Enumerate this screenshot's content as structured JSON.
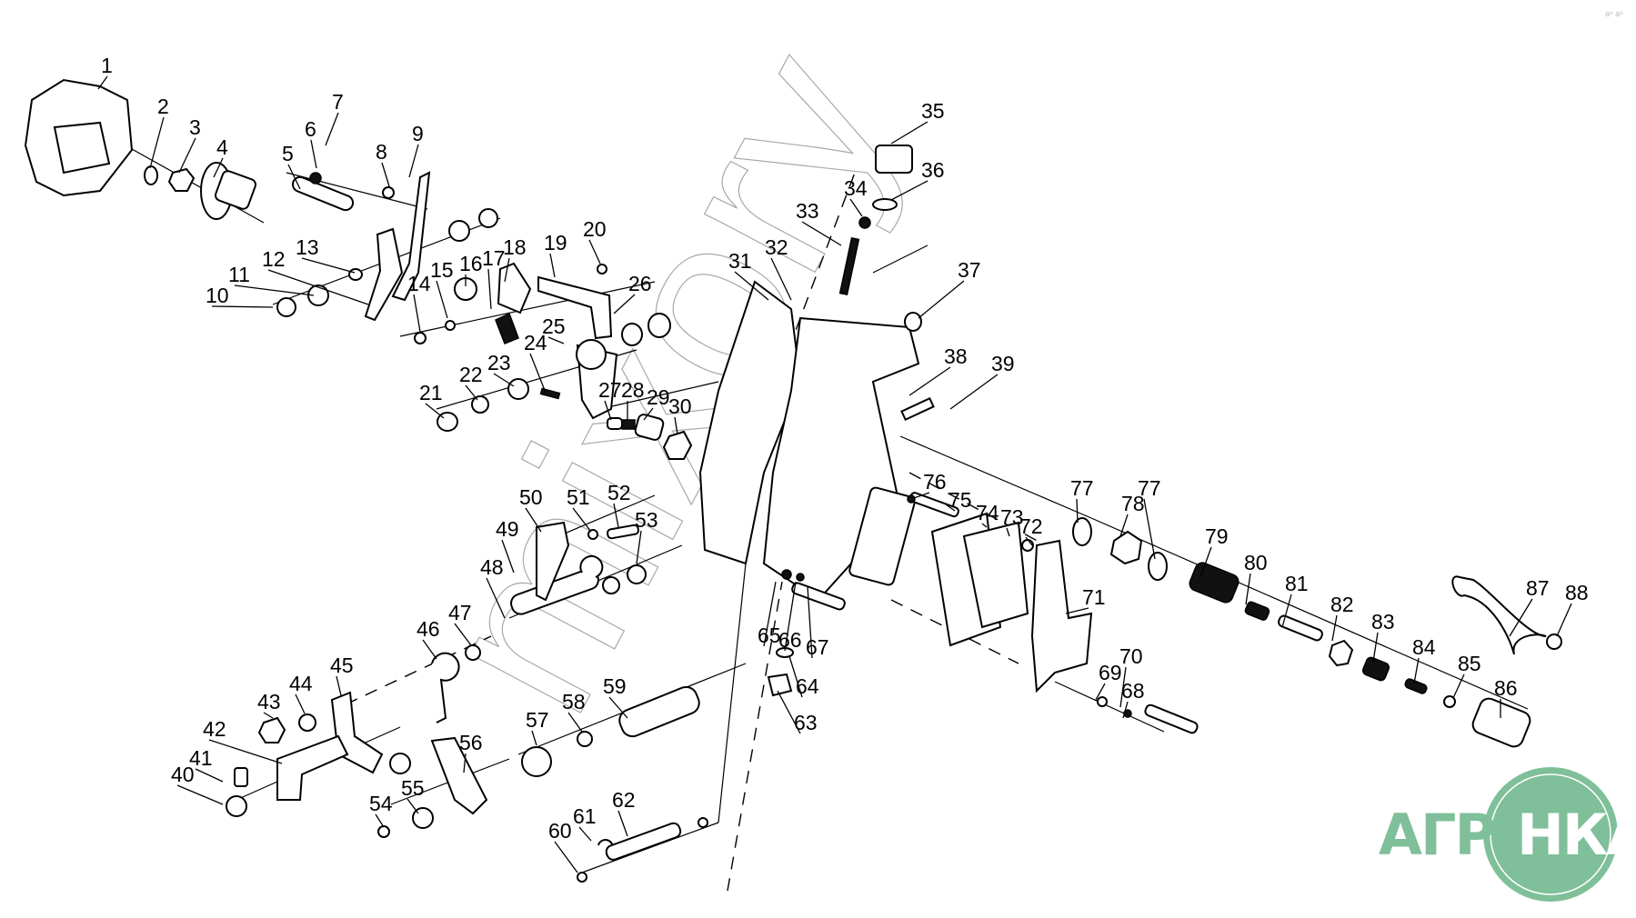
{
  "diagram": {
    "type": "exploded-parts-view",
    "watermark_text": "mixory",
    "corner_text": "a⁶ a⁶",
    "logo": {
      "text_left": "АГРО",
      "text_right": "НКА",
      "color": "#7fbf99"
    },
    "callouts": [
      "1",
      "2",
      "3",
      "4",
      "5",
      "6",
      "7",
      "8",
      "9",
      "10",
      "11",
      "12",
      "13",
      "14",
      "15",
      "16",
      "17",
      "18",
      "19",
      "20",
      "21",
      "22",
      "23",
      "24",
      "25",
      "26",
      "27",
      "28",
      "29",
      "30",
      "31",
      "32",
      "33",
      "34",
      "35",
      "36",
      "37",
      "38",
      "39",
      "40",
      "41",
      "42",
      "43",
      "44",
      "45",
      "46",
      "47",
      "48",
      "49",
      "50",
      "51",
      "52",
      "53",
      "54",
      "55",
      "56",
      "57",
      "58",
      "59",
      "60",
      "61",
      "62",
      "63",
      "64",
      "65",
      "66",
      "67",
      "68",
      "69",
      "70",
      "71",
      "72",
      "73",
      "74",
      "75",
      "76",
      "77",
      "77",
      "78",
      "79",
      "80",
      "81",
      "82",
      "83",
      "84",
      "85",
      "86",
      "87",
      "88"
    ]
  }
}
